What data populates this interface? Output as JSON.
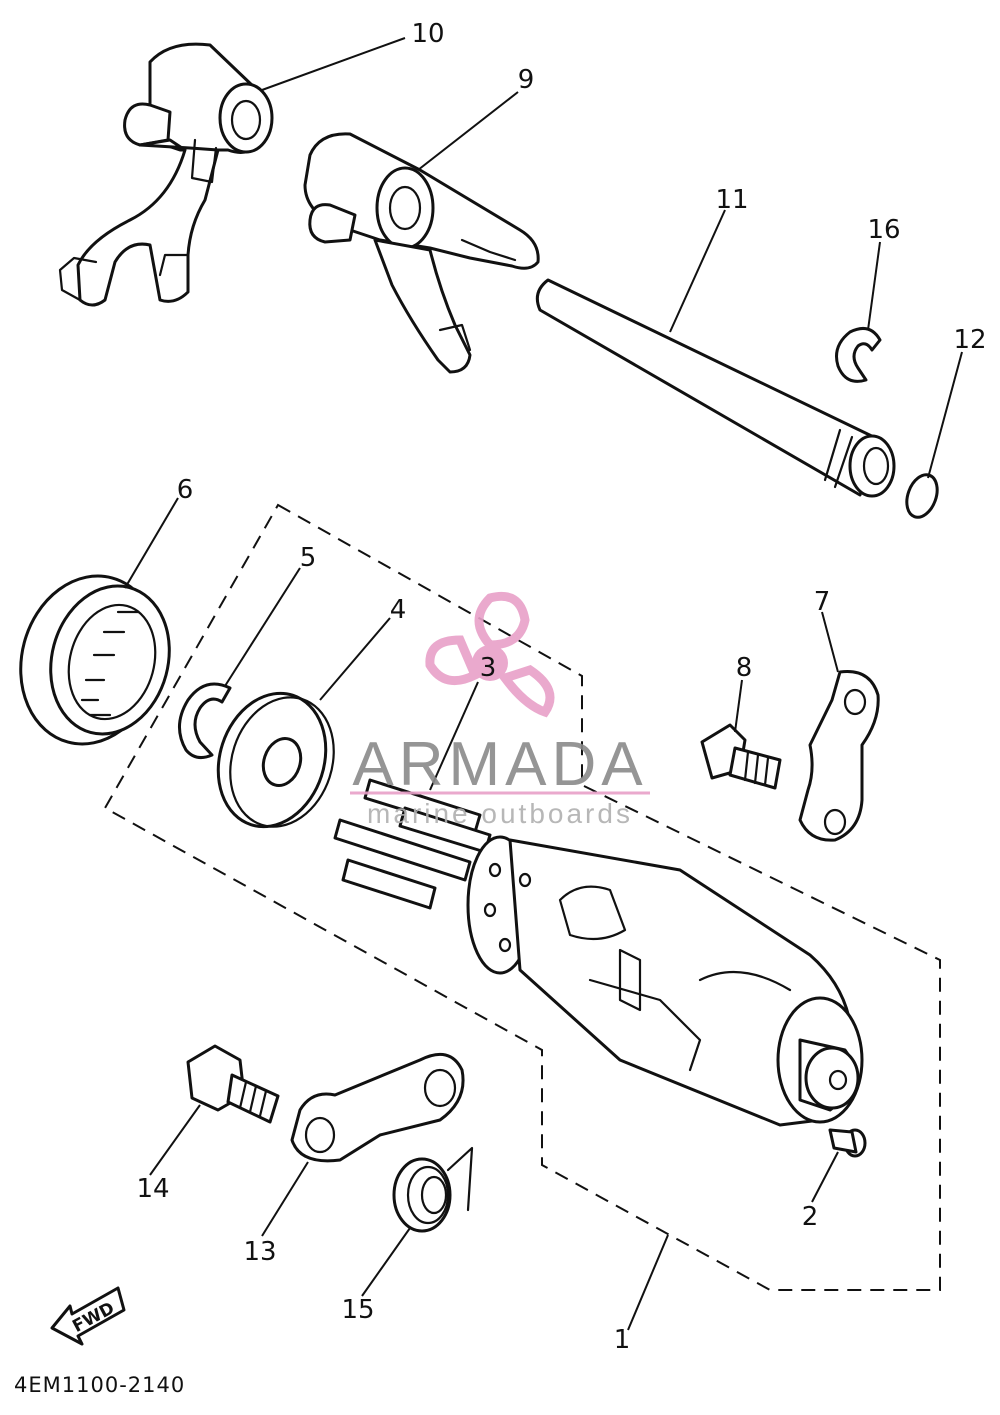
{
  "diagram": {
    "callouts": [
      "1",
      "2",
      "3",
      "4",
      "5",
      "6",
      "7",
      "8",
      "9",
      "10",
      "11",
      "12",
      "13",
      "14",
      "15",
      "16"
    ],
    "part_code": "4EM1100-2140",
    "direction_label": "FWD"
  },
  "watermark": {
    "brand": "ARMADA",
    "tagline": "marine outboards",
    "brand_color": "#8a8a8a",
    "accent_color": "#e8a0c8"
  }
}
